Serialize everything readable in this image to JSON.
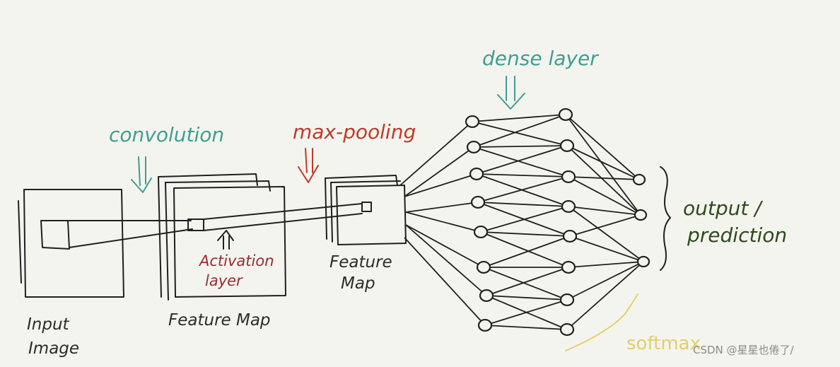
{
  "labels": {
    "input_image_line1": "Input",
    "input_image_line2": "Image",
    "convolution": "convolution",
    "feature_map_1": "Feature Map",
    "activation_line1": "Activation",
    "activation_line2": "layer",
    "max_pooling": "max-pooling",
    "feature_map_2_line1": "Feature",
    "feature_map_2_line2": "Map",
    "dense_layer": "dense layer",
    "output_line1": "output /",
    "output_line2": "prediction",
    "softmax": "softmax"
  },
  "watermark": "CSDN @星星也倦了/",
  "colors": {
    "ink": "#1f1f1f",
    "teal": "#3f9e91",
    "red": "#c0392b",
    "maroon": "#9a2a32",
    "green": "#2f4a1e",
    "yellow": "#e3cf6a",
    "paper": "#f4f4ef"
  },
  "network": {
    "layer1_neurons": 8,
    "layer2_neurons": 8,
    "output_neurons": 3
  }
}
